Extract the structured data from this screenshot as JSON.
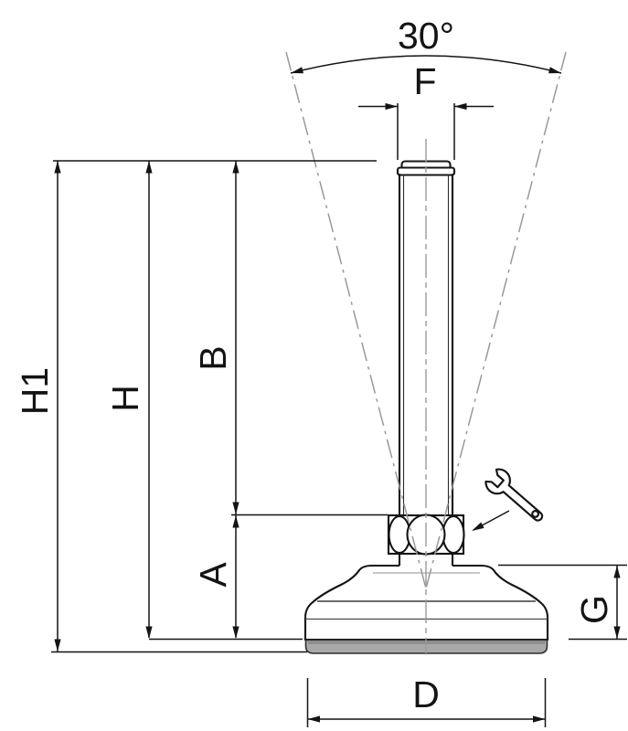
{
  "drawing": {
    "angle_label": "30°",
    "dimension_labels": {
      "stud_width": "F",
      "overall_height": "H1",
      "height_to_base": "H",
      "thread_length": "B",
      "joint_height": "A",
      "base_height": "G",
      "base_diameter": "D"
    },
    "colors": {
      "line": "#141414",
      "construction": "#999999",
      "pad_fill": "#a9a9a9",
      "pad_band": "#8e8e8e"
    },
    "icons": {
      "wrench": "open-end-wrench"
    }
  }
}
